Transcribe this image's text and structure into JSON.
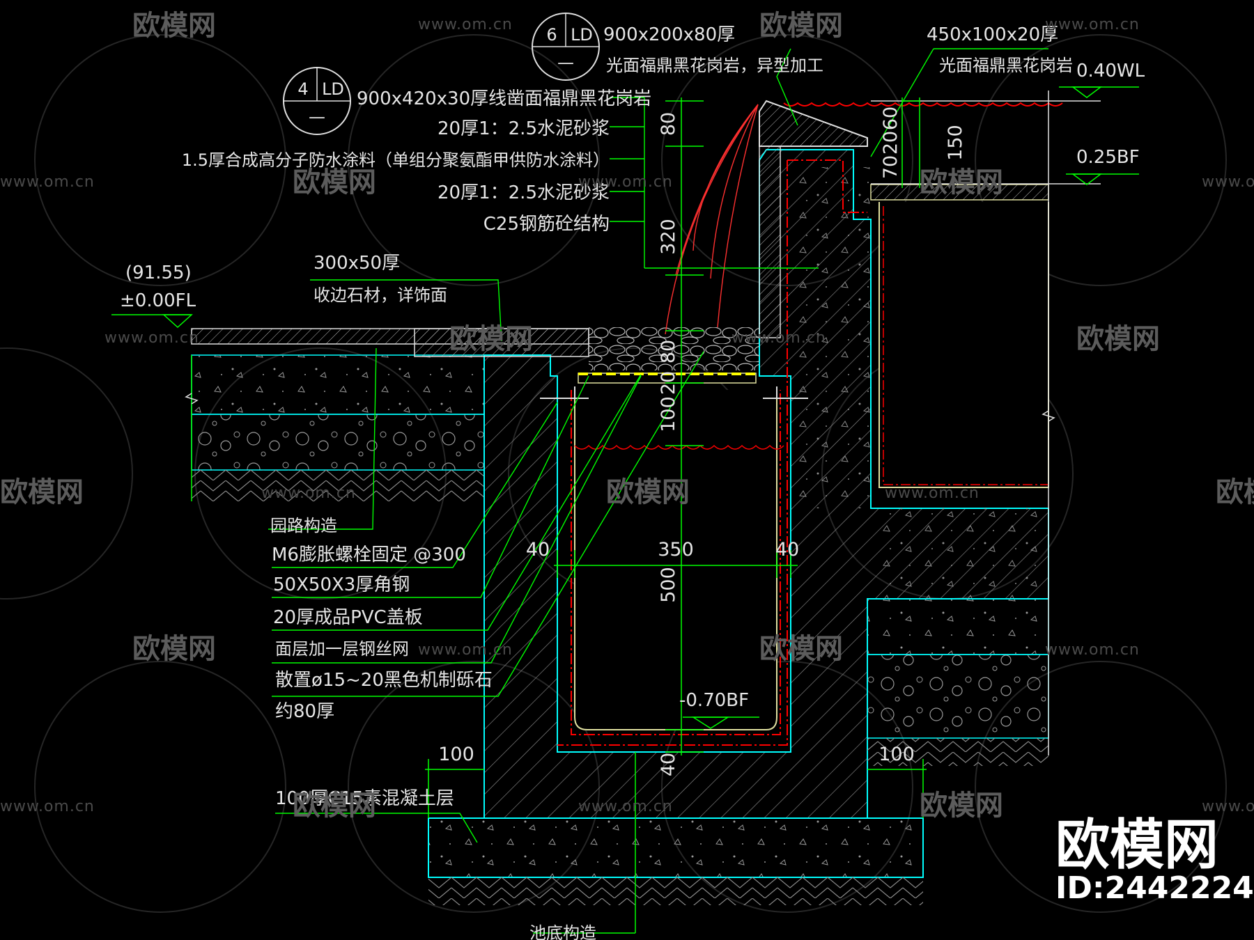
{
  "watermark": {
    "site_name": "欧模网",
    "url": "www.om.cn"
  },
  "brand": {
    "name": "欧模网",
    "id_text": "ID:2442224"
  },
  "detail_bubbles": [
    {
      "number": "6",
      "sheet": "LD",
      "sub": "—"
    },
    {
      "number": "4",
      "sheet": "LD",
      "sub": "—"
    }
  ],
  "callouts": {
    "coping_size": "900x200x80厚",
    "coping_material": "光面福鼎黑花岗岩，异型加工",
    "top_stone_size": "450x100x20厚",
    "top_stone_material": "光面福鼎黑花岗岩",
    "wall_layer_1": "900x420x30厚线凿面福鼎黑花岗岩",
    "wall_layer_2": "20厚1：2.5水泥砂浆",
    "wall_layer_3": "1.5厚合成高分子防水涂料（单组分聚氨酯甲供防水涂料）",
    "wall_layer_4": "20厚1：2.5水泥砂浆",
    "wall_layer_5": "C25钢筋砼结构",
    "edge_stone_size": "300x50厚",
    "edge_stone_note": "收边石材，详饰面",
    "path_construction": "园路构造",
    "bolt": "M6膨胀螺栓固定 @300",
    "angle_steel": "50X50X3厚角钢",
    "pvc_cover": "20厚成品PVC盖板",
    "wire_mesh": "面层加一层钢丝网",
    "gravel_1": "散置ø15~20黑色机制砾石",
    "gravel_2": "约80厚",
    "concrete_base": "100厚C15素混凝土层",
    "pool_bottom": "池底构造"
  },
  "elevations": {
    "ground_datum": "(91.55)",
    "ground_level": "±0.00FL",
    "water_level": "0.40WL",
    "basin_floor": "0.25BF",
    "trench_bottom": "-0.70BF"
  },
  "dimensions": {
    "d80_top": "80",
    "d320": "320",
    "d80_gravel": "80",
    "d20": "20",
    "d100": "100",
    "d500": "500",
    "d40_bottom": "40",
    "d350": "350",
    "d40_left": "40",
    "d40_right": "40",
    "d100_left": "100",
    "d100_right": "100",
    "d70": "70",
    "d20_b": "20",
    "d60": "60",
    "d150": "150"
  },
  "colors": {
    "background": "#000000",
    "leader": "#00ff00",
    "outline": "#00ffff",
    "waterproof": "#ff0000",
    "grating": "#ffff00",
    "hatch": "#a0a0a0",
    "text": "#e6e6e6"
  }
}
